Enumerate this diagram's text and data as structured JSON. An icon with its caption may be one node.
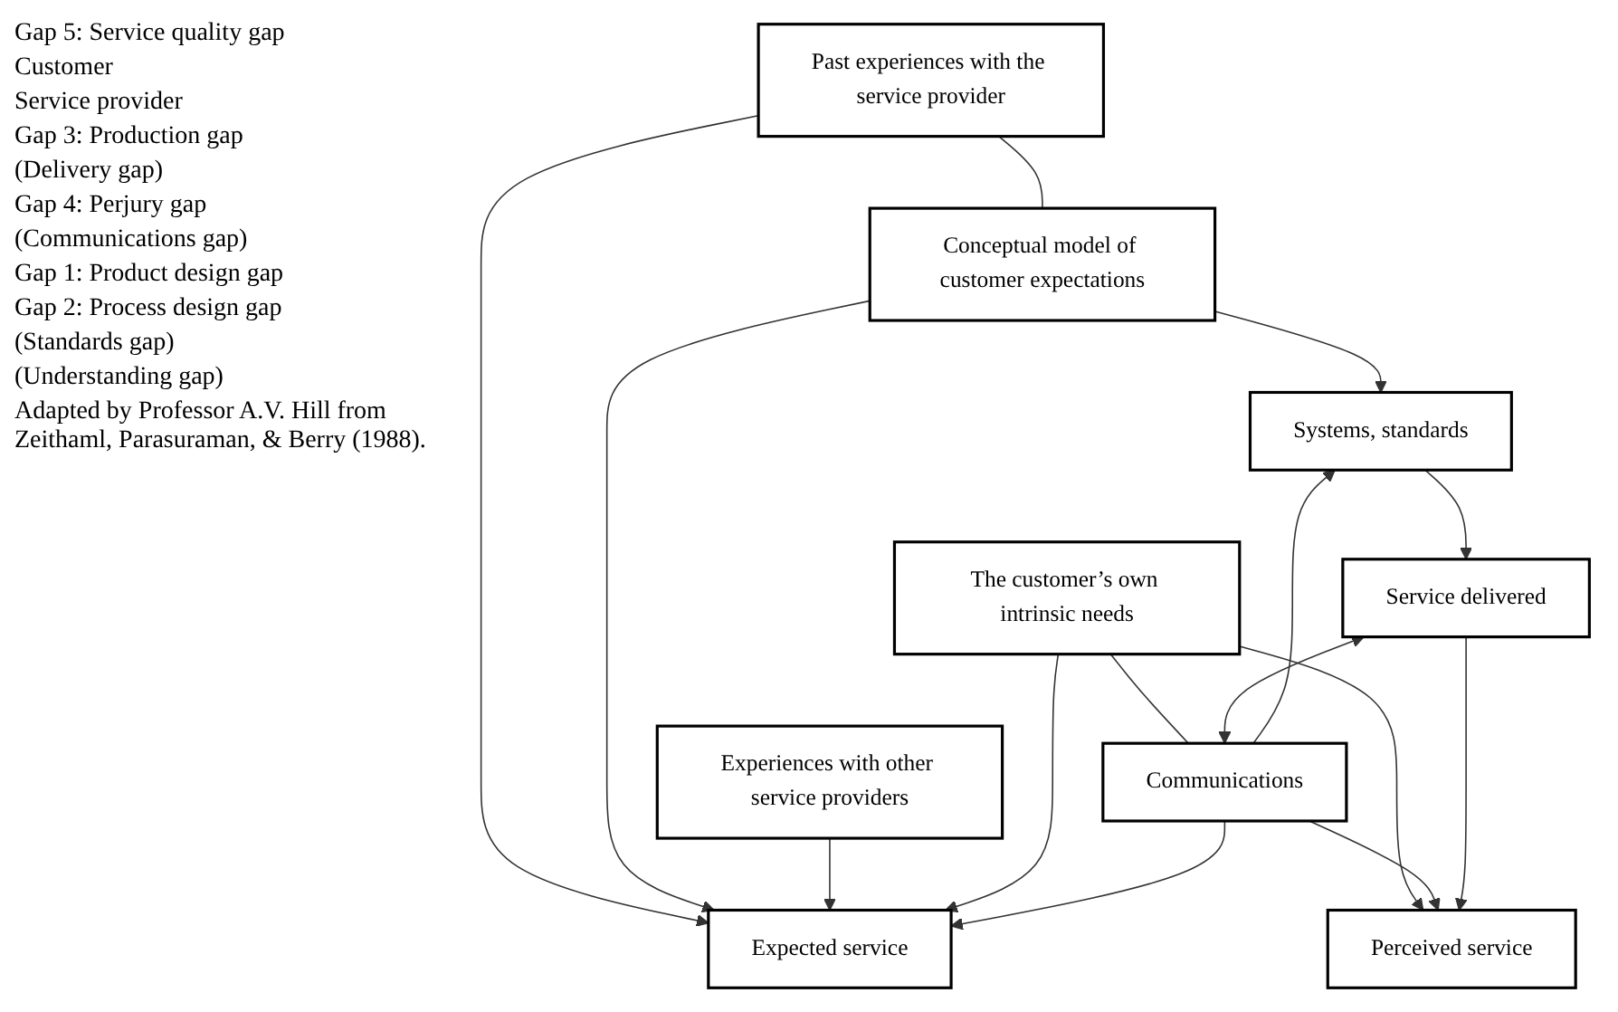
{
  "diagram": {
    "caption": "Adapted by Professor A.V. Hill from Zeithaml, Parasuraman, & Berry (1988).",
    "nodes": [
      {
        "text": [
          "Past experiences with the service provider"
        ]
      },
      {
        "text": [
          "Experiences with other service providers"
        ]
      },
      {
        "text": [
          "The customer’s own intrinsic needs"
        ]
      },
      {
        "text": [
          "Expected service"
        ]
      },
      {
        "text": [
          "Perceived service"
        ]
      },
      {
        "text": [
          "Service delivered"
        ]
      },
      {
        "text": [
          "Communications"
        ]
      },
      {
        "text": [
          "Systems, standards"
        ]
      },
      {
        "text": [
          "Conceptual model of customer expectations"
        ]
      }
    ],
    "edges": [
      {
        "from": 0,
        "to": 3,
        "arrow": "to"
      },
      {
        "from": 8,
        "to": 3,
        "arrow": "to"
      },
      {
        "from": 0,
        "to": 8,
        "arrow": "none"
      },
      {
        "from": 1,
        "to": 3,
        "arrow": "to"
      },
      {
        "from": 2,
        "to": 3,
        "arrow": "to"
      },
      {
        "from": 2,
        "to": 4,
        "arrow": "to"
      },
      {
        "from": 6,
        "to": 3,
        "arrow": "to"
      },
      {
        "from": 6,
        "to": 4,
        "arrow": "to"
      },
      {
        "from": 2,
        "to": 6,
        "arrow": "none"
      },
      {
        "from": 5,
        "to": 4,
        "arrow": "to"
      },
      {
        "from": 5,
        "to": 6,
        "arrow": "both"
      },
      {
        "from": 6,
        "to": 7,
        "arrow": "to"
      },
      {
        "from": 7,
        "to": 5,
        "arrow": "to"
      },
      {
        "from": 8,
        "to": 7,
        "arrow": "to"
      }
    ],
    "labels": [
      "Gap 5: Service quality gap",
      "Customer",
      "Service provider",
      "Gap 3: Production gap",
      "(Delivery gap)",
      "Gap 4: Perjury gap",
      "(Communications gap)",
      "Gap 1: Product design gap",
      "Gap 2: Process design gap",
      "(Standards gap)",
      "(Understanding gap)"
    ]
  }
}
